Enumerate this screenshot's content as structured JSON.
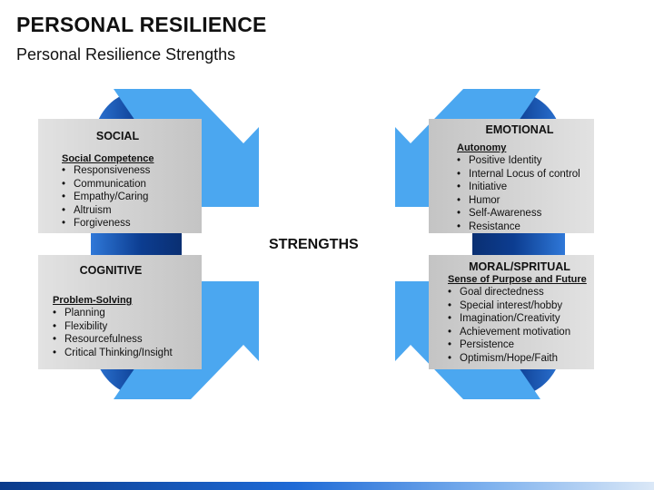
{
  "title": "PERSONAL RESILIENCE",
  "subtitle": "Personal Resilience Strengths",
  "center_label": "STRENGTHS",
  "colors": {
    "arrow_light": "#4ba7f0",
    "arrow_dark": "#0c3d91",
    "panel_gray": "#d2d2d2"
  },
  "quadrants": {
    "social": {
      "title": "SOCIAL",
      "subtitle": "Social Competence",
      "items": [
        "Responsiveness",
        "Communication",
        "Empathy/Caring",
        "Altruism",
        "Forgiveness"
      ]
    },
    "emotional": {
      "title": "EMOTIONAL",
      "subtitle": "Autonomy",
      "items": [
        "Positive Identity",
        "Internal Locus of control",
        "Initiative",
        "Humor",
        "Self-Awareness",
        "Resistance"
      ]
    },
    "cognitive": {
      "title": "COGNITIVE",
      "subtitle": "Problem-Solving",
      "items": [
        "Planning",
        "Flexibility",
        "Resourcefulness",
        "Critical Thinking/Insight"
      ]
    },
    "moral": {
      "title": "MORAL/SPRITUAL",
      "subtitle": "Sense of Purpose and Future",
      "items": [
        "Goal directedness",
        "Special interest/hobby",
        "Imagination/Creativity",
        "Achievement motivation",
        "Persistence",
        "Optimism/Hope/Faith"
      ]
    }
  }
}
